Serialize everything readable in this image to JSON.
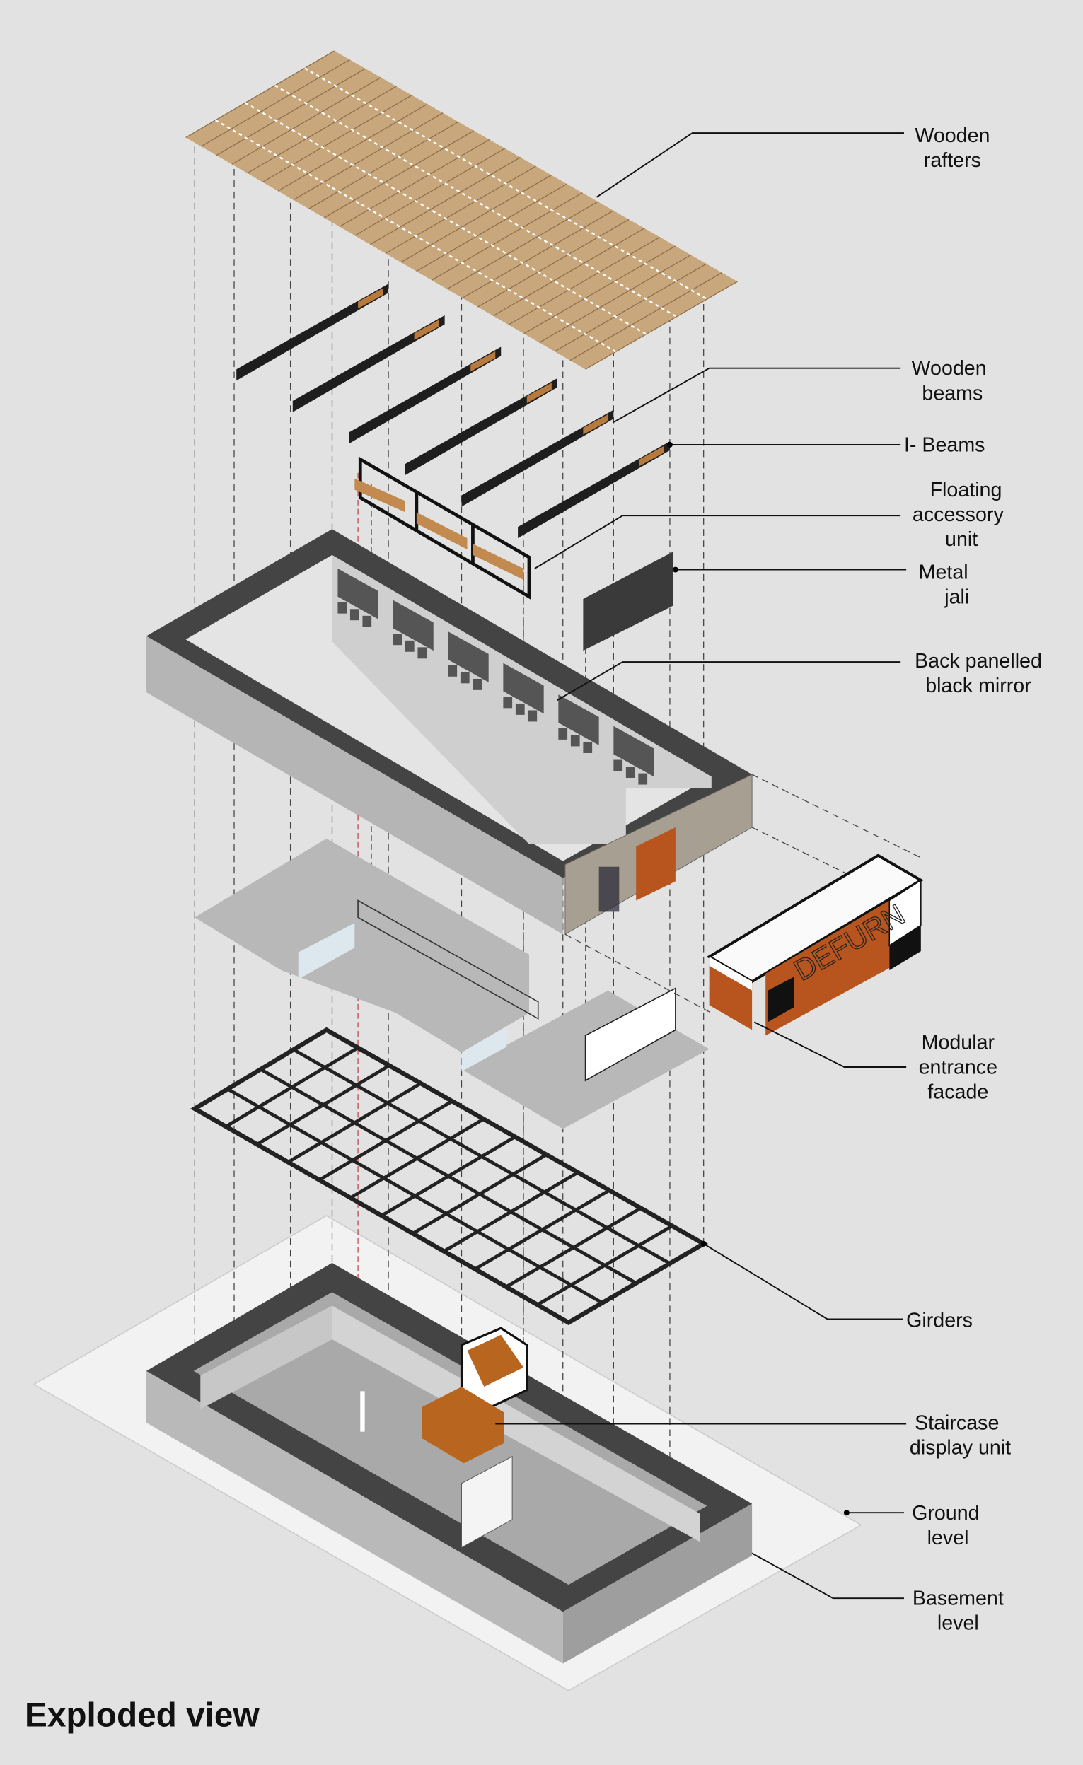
{
  "title": "Exploded view",
  "labels": {
    "wooden_rafters": [
      "Wooden",
      "rafters"
    ],
    "wooden_beams": [
      "Wooden",
      "beams"
    ],
    "i_beams": [
      "I- Beams"
    ],
    "floating_unit": [
      "Floating",
      "accessory",
      "unit"
    ],
    "metal_jali": [
      "Metal",
      "jali"
    ],
    "black_mirror": [
      "Back panelled",
      "black mirror"
    ],
    "entrance_facade": [
      "Modular",
      "entrance",
      "facade"
    ],
    "girders": [
      "Girders"
    ],
    "staircase": [
      "Staircase",
      "display unit"
    ],
    "ground_level": [
      "Ground",
      "level"
    ],
    "basement_level": [
      "Basement",
      "level"
    ]
  },
  "facade_logo": "DEFURN",
  "colors": {
    "background": "#e2e2e2",
    "wood": "#c9a77c",
    "rust": "#b8551f",
    "wall": "#4a4a4a",
    "slab": "#bdbdbd"
  }
}
